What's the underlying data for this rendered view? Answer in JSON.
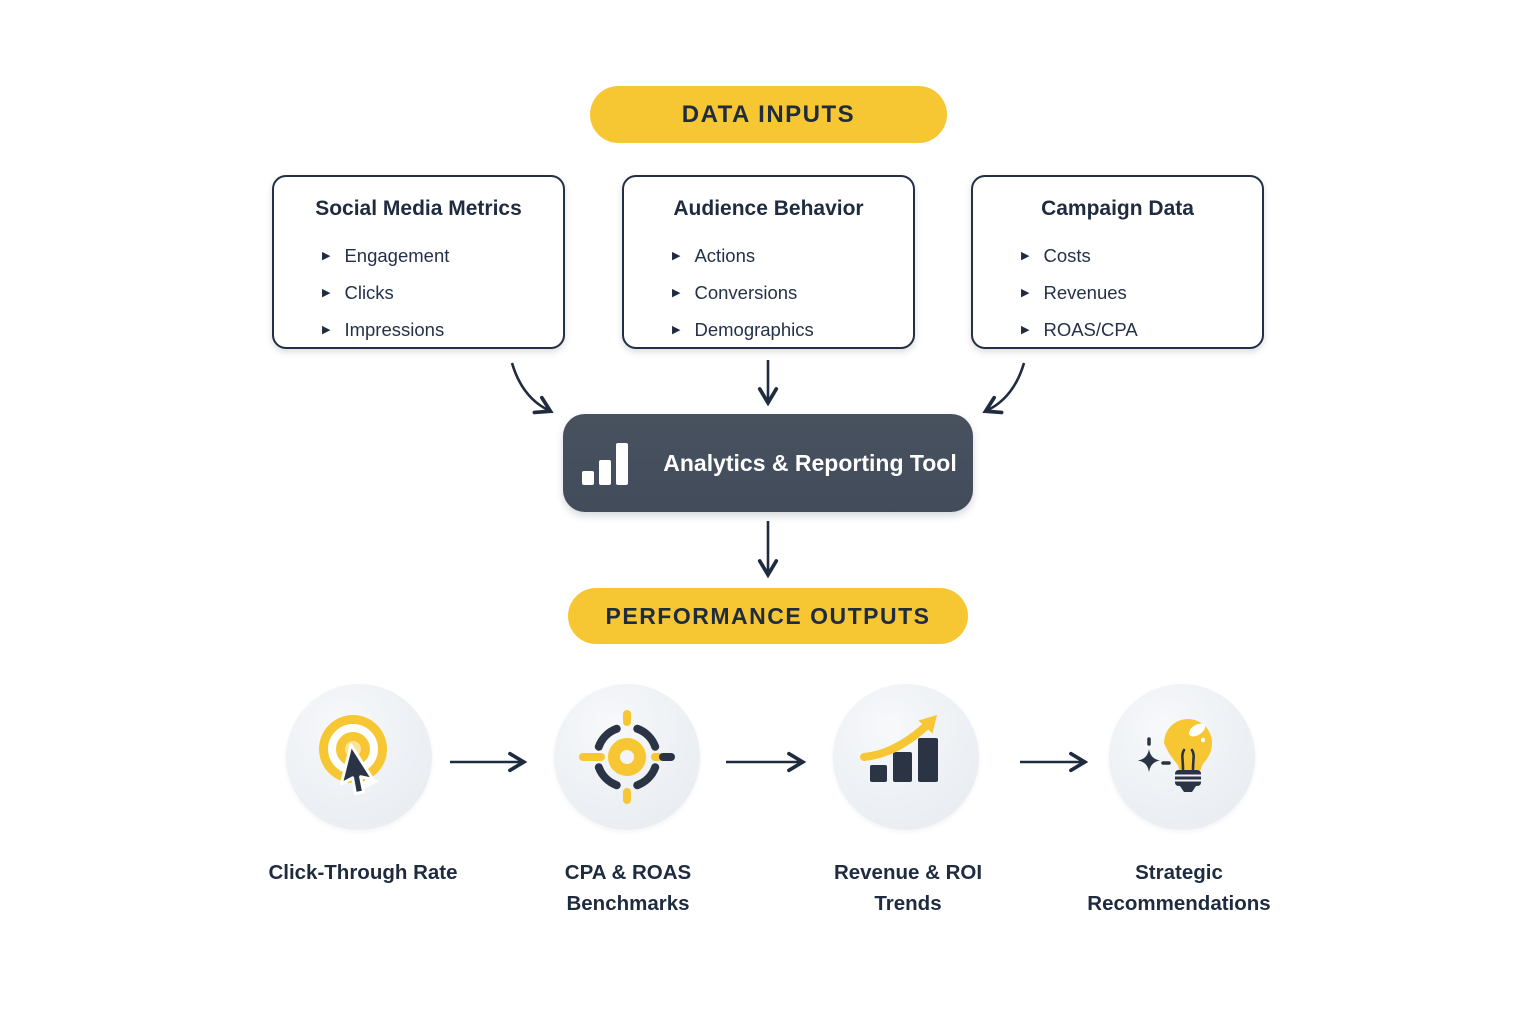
{
  "headers": {
    "inputs_pill": "DATA INPUTS",
    "outputs_pill": "PERFORMANCE OUTPUTS"
  },
  "input_boxes": [
    {
      "title": "Social Media Metrics",
      "items": [
        "Engagement",
        "Clicks",
        "Impressions"
      ]
    },
    {
      "title": "Audience Behavior",
      "items": [
        "Actions",
        "Conversions",
        "Demographics"
      ]
    },
    {
      "title": "Campaign Data",
      "items": [
        "Costs",
        "Revenues",
        "ROAS/CPA"
      ]
    }
  ],
  "processor": {
    "label": "Analytics & Reporting Tool",
    "icon": "bar-chart-icon"
  },
  "outputs": [
    {
      "line1": "Click-Through Rate",
      "line2": "",
      "icon": "cursor-click-target-icon"
    },
    {
      "line1": "CPA & ROAS",
      "line2": "Benchmarks",
      "icon": "crosshair-target-icon"
    },
    {
      "line1": "Revenue & ROI",
      "line2": "Trends",
      "icon": "growth-bars-arrow-icon"
    },
    {
      "line1": "Strategic",
      "line2": "Recommendations",
      "icon": "lightbulb-sparkle-icon"
    }
  ],
  "icons": {
    "bullet": "▶"
  },
  "colors": {
    "accent_yellow": "#F6C733",
    "dark_navy": "#1F2B3E",
    "slate": "#454F5E",
    "item_text": "#243149",
    "circle_bg": "#EFF1F5"
  }
}
